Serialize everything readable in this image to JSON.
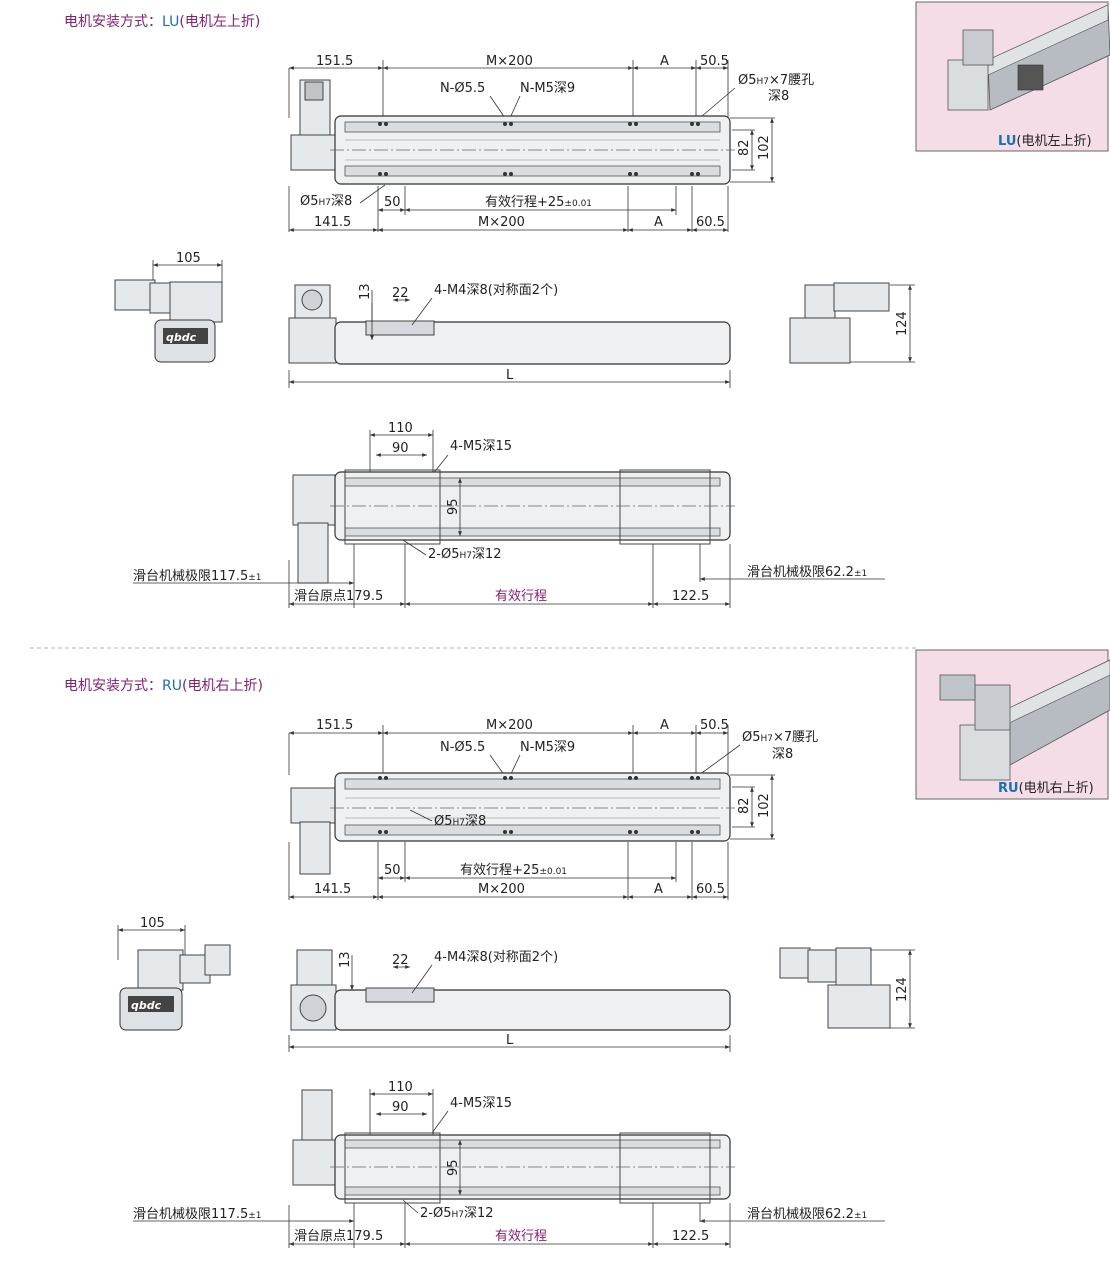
{
  "sections": [
    {
      "heading_prefix": "电机安装方式：",
      "heading_code": "LU",
      "heading_suffix": "(电机左上折)",
      "photo_label_code": "LU",
      "photo_label_text": "(电机左上折)"
    },
    {
      "heading_prefix": "电机安装方式：",
      "heading_code": "RU",
      "heading_suffix": "(电机右上折)",
      "photo_label_code": "RU",
      "photo_label_text": "(电机右上折)"
    }
  ],
  "dims": {
    "d151_5": "151.5",
    "m200": "M×200",
    "a": "A",
    "d50_5": "50.5",
    "n_dia": "N-Ø5.5",
    "n_m5": "N-M5深9",
    "hole_slot": "Ø5H7×7腰孔",
    "hole_slot_pre": "Ø5",
    "hole_slot_sub": "H7",
    "hole_slot_post": "×7腰孔",
    "depth8": "深8",
    "d82": "82",
    "d102": "102",
    "pin_pre": "Ø5",
    "pin_sub": "H7",
    "pin_post": "深8",
    "d50": "50",
    "stroke25_pre": "有效行程+25",
    "stroke25_sub": "±0.01",
    "d141_5": "141.5",
    "d60_5": "60.5",
    "d105": "105",
    "d13": "13",
    "d22": "22",
    "m4": "4-M4深8(对称面2个)",
    "len": "L",
    "d124": "124",
    "d110": "110",
    "d90": "90",
    "m5_15": "4-M5深15",
    "d95": "95",
    "pin2_pre": "2-Ø5",
    "pin2_sub": "H7",
    "pin2_post": "深12",
    "limit_left_pre": "滑台机械极限117.5",
    "limit_left_sub": "±1",
    "limit_right_pre": "滑台机械极限62.2",
    "limit_right_sub": "±1",
    "origin": "滑台原点179.5",
    "stroke": "有效行程",
    "d122_5": "122.5"
  },
  "logo": "qbdc",
  "colors": {
    "heading": "#8b1e6e",
    "code": "#1a6fb5",
    "photo_bg": "#f4dde6"
  }
}
